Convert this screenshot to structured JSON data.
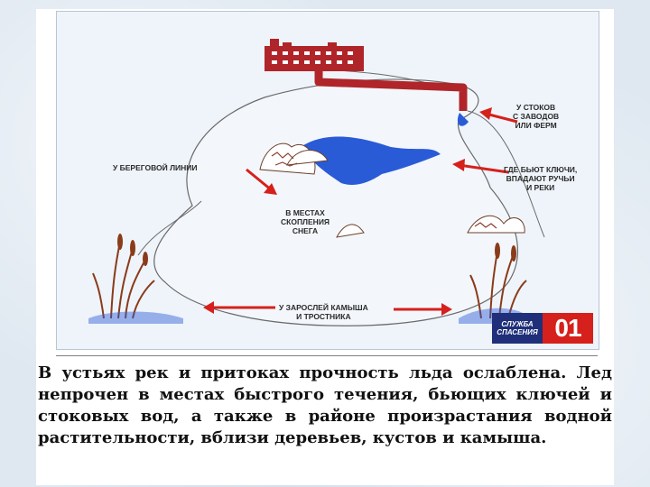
{
  "illustration": {
    "labels": {
      "shore": "У БЕРЕГОВОЙ ЛИНИИ",
      "drains_l1": "У СТОКОВ",
      "drains_l2": "С ЗАВОДОВ",
      "drains_l3": "ИЛИ ФЕРМ",
      "springs_l1": "ГДЕ БЬЮТ КЛЮЧИ,",
      "springs_l2": "ВПАДАЮТ РУЧЬИ",
      "springs_l3": "И РЕКИ",
      "snow_l1": "В МЕСТАХ",
      "snow_l2": "СКОПЛЕНИЯ",
      "snow_l3": "СНЕГА",
      "reeds_l1": "У ЗАРОСЛЕЙ КАМЫША",
      "reeds_l2": "И ТРОСТНИКА"
    },
    "badge": {
      "line1": "СЛУЖБА",
      "line2": "СПАСЕНИЯ",
      "number": "01"
    },
    "colors": {
      "arrow": "#d6201c",
      "water": "#2a5bd7",
      "building": "#b0252a",
      "reed": "#8a3b1a"
    }
  },
  "caption": "В устьях рек и притоках прочность льда ослаблена. Лед непрочен в местах быстрого течения, бьющих ключей и стоковых вод, а также в районе произрастания водной растительности, вблизи деревьев, кустов и камыша."
}
